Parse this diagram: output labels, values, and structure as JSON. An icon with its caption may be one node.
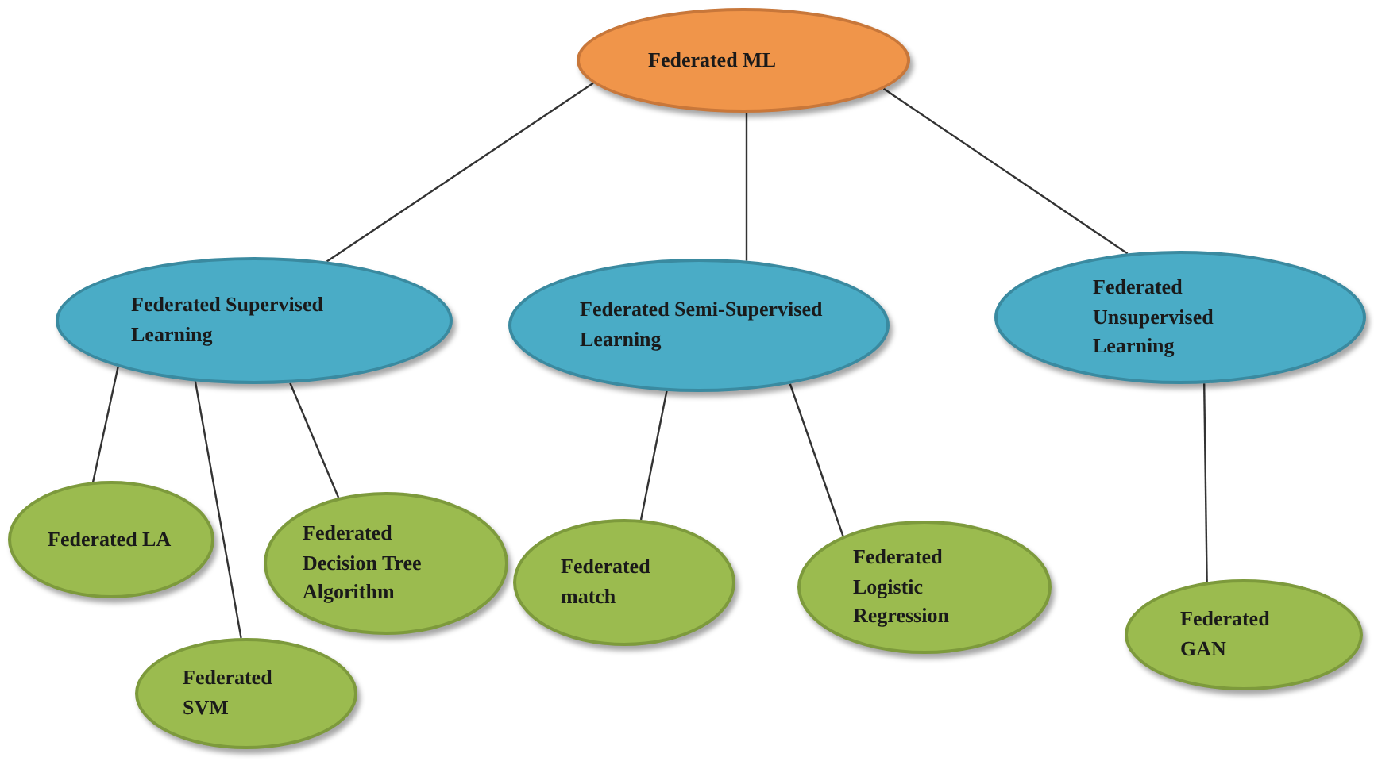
{
  "diagram": {
    "nodes": [
      {
        "text": [
          "Federated ML"
        ]
      },
      {
        "text": [
          "Federated Supervised Learning"
        ]
      },
      {
        "text": [
          "Federated Semi-Supervised Learning"
        ]
      },
      {
        "text": [
          "Federated Unsupervised Learning"
        ]
      },
      {
        "text": [
          "Federated LA"
        ]
      },
      {
        "text": [
          "Federated SVM"
        ]
      },
      {
        "text": [
          "Federated Decision Tree Algorithm"
        ]
      },
      {
        "text": [
          "Federated match"
        ]
      },
      {
        "text": [
          "Federated Logistic Regression"
        ]
      },
      {
        "text": [
          "Federated GAN"
        ]
      }
    ],
    "edges": [
      {
        "from": 0,
        "to": 1,
        "arrow": "none"
      },
      {
        "from": 0,
        "to": 2,
        "arrow": "none"
      },
      {
        "from": 0,
        "to": 3,
        "arrow": "none"
      },
      {
        "from": 1,
        "to": 4,
        "arrow": "none"
      },
      {
        "from": 1,
        "to": 5,
        "arrow": "none"
      },
      {
        "from": 1,
        "to": 6,
        "arrow": "none"
      },
      {
        "from": 2,
        "to": 7,
        "arrow": "none"
      },
      {
        "from": 2,
        "to": 8,
        "arrow": "none"
      },
      {
        "from": 3,
        "to": 9,
        "arrow": "none"
      }
    ]
  }
}
